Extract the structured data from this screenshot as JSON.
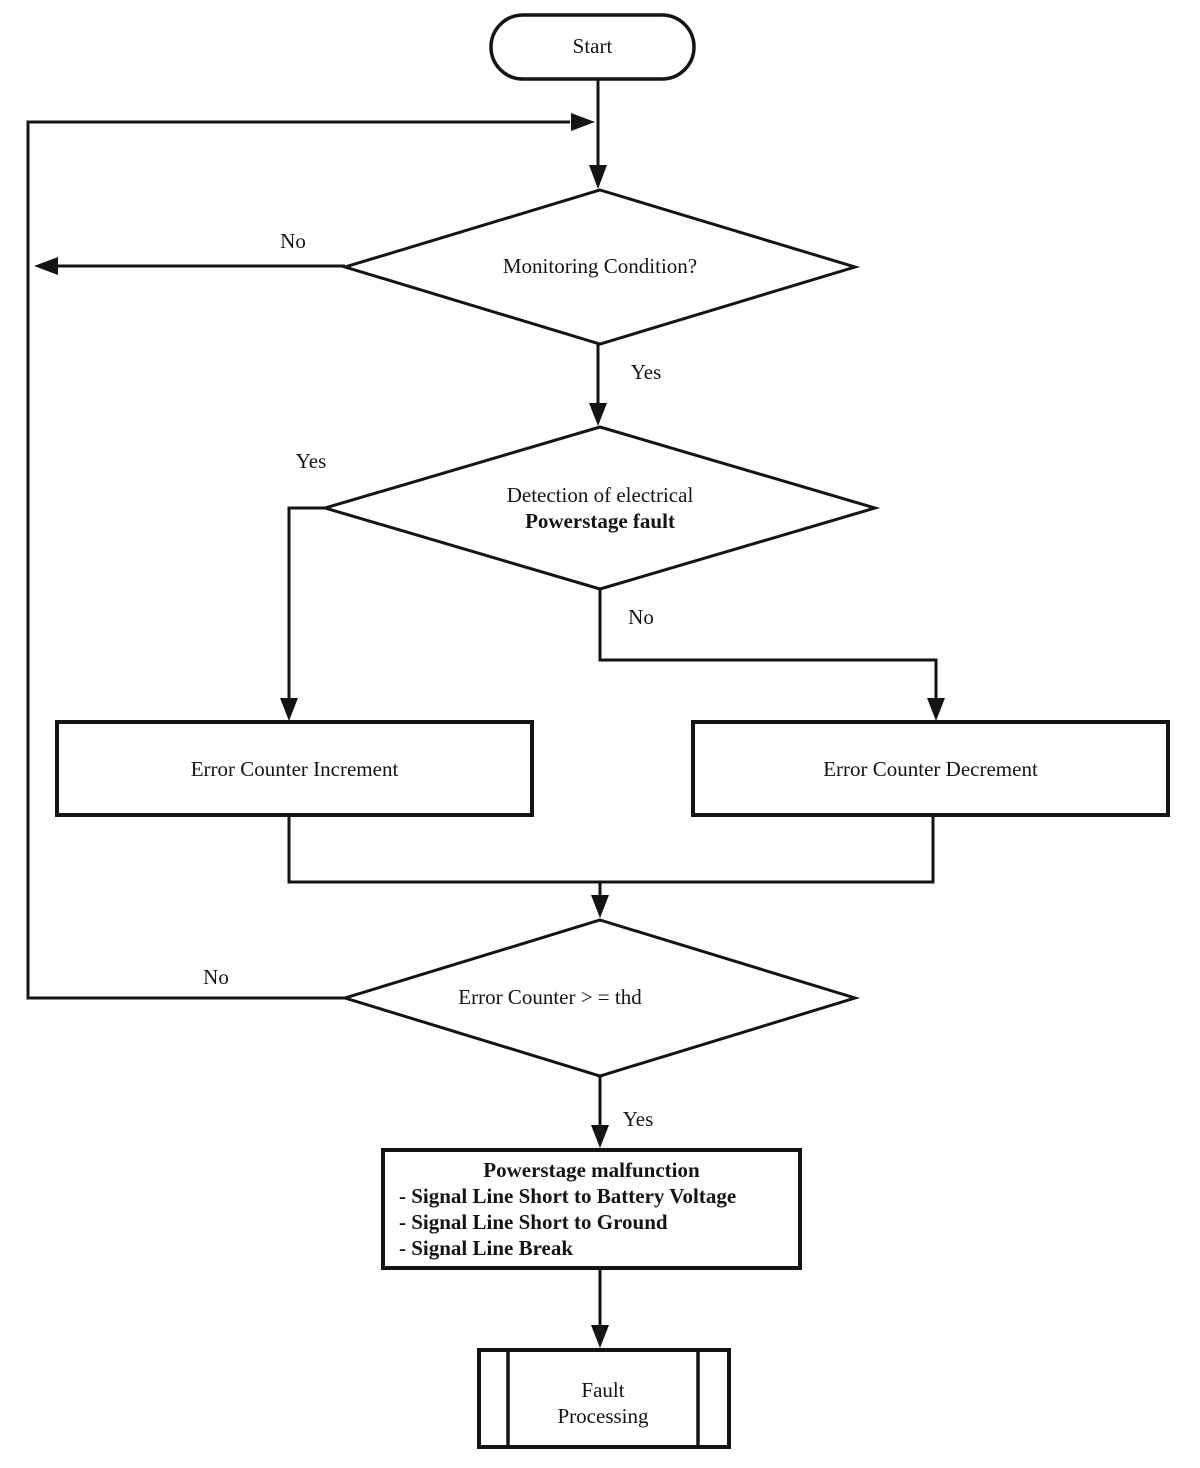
{
  "colors": {
    "line": "#141414",
    "background": "#ffffff"
  },
  "nodes": {
    "start": {
      "label": "Start"
    },
    "monitoring_decision": {
      "label": "Monitoring Condition?"
    },
    "detection_decision": {
      "line1": "Detection of electrical",
      "line2": "Powerstage fault"
    },
    "error_counter_increment": {
      "label": "Error Counter Increment"
    },
    "error_counter_decrement": {
      "label": "Error Counter Decrement"
    },
    "threshold_decision": {
      "label": "Error Counter > = thd"
    },
    "powerstage_malfunction": {
      "title": "Powerstage malfunction",
      "items": [
        "- Signal Line Short to Battery Voltage",
        "- Signal Line Short to Ground",
        "- Signal Line Break"
      ]
    },
    "fault_processing": {
      "line1": "Fault",
      "line2": "Processing"
    }
  },
  "edge_labels": {
    "monitoring_no": "No",
    "monitoring_yes": "Yes",
    "detection_yes": "Yes",
    "detection_no": "No",
    "threshold_no": "No",
    "threshold_yes": "Yes"
  }
}
